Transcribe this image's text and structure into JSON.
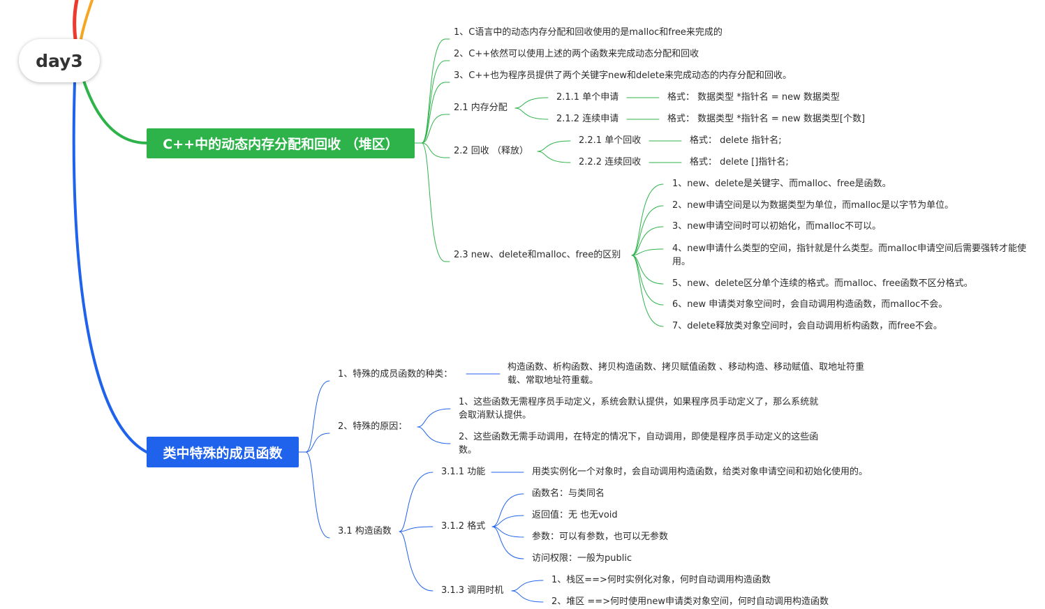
{
  "colors": {
    "green": "#2db34a",
    "blue": "#1f62ec",
    "red": "#ee3a2c",
    "orange": "#f5a623"
  },
  "root": "day3",
  "topic1": {
    "title": "C++中的动态内存分配和回收 （堆区）",
    "points": [
      "1、C语言中的动态内存分配和回收使用的是malloc和free来完成的",
      "2、C++依然可以使用上述的两个函数来完成动态分配和回收",
      "3、C++也为程序员提供了两个关键字new和delete来完成动态的内存分配和回收。"
    ],
    "alloc": {
      "label": "2.1 内存分配",
      "single": {
        "label": "2.1.1 单个申请",
        "format": "格式： 数据类型 *指针名 = new 数据类型"
      },
      "multi": {
        "label": "2.1.2 连续申请",
        "format": "格式： 数据类型 *指针名 = new 数据类型[个数]"
      }
    },
    "free": {
      "label": "2.2 回收 （释放）",
      "single": {
        "label": "2.2.1 单个回收",
        "format": "格式： delete 指针名;"
      },
      "multi": {
        "label": "2.2.2 连续回收",
        "format": "格式： delete []指针名;"
      }
    },
    "diff": {
      "label": "2.3 new、delete和malloc、free的区别",
      "items": [
        "1、new、delete是关键字、而malloc、free是函数。",
        "2、new申请空间是以为数据类型为单位，而malloc是以字节为单位。",
        "3、new申请空间时可以初始化，而malloc不可以。",
        "4、new申请什么类型的空间，指针就是什么类型。而malloc申请空间后需要强转才能使用。",
        "5、new、delete区分单个连续的格式。而malloc、free函数不区分格式。",
        "6、new 申请类对象空间时，会自动调用构造函数，而malloc不会。",
        "7、delete释放类对象空间时，会自动调用析构函数，而free不会。"
      ]
    }
  },
  "topic2": {
    "title": "类中特殊的成员函数",
    "kinds": {
      "label": "1、特殊的成员函数的种类：",
      "value": "构造函数、析构函数、拷贝构造函数、拷贝赋值函数 、移动构造、移动赋值、取地址符重载、常取地址符重载。"
    },
    "reason": {
      "label": "2、特殊的原因：",
      "items": [
        "1、这些函数无需程序员手动定义，系统会默认提供，如果程序员手动定义了，那么系统就会取消默认提供。",
        "2、这些函数无需手动调用，在特定的情况下，自动调用，即使是程序员手动定义的这些函数。"
      ]
    },
    "ctor": {
      "label": "3.1 构造函数",
      "func": {
        "label": "3.1.1 功能",
        "value": "用类实例化一个对象时，会自动调用构造函数，给类对象申请空间和初始化使用的。"
      },
      "fmt": {
        "label": "3.1.2 格式",
        "items": [
          "函数名：与类同名",
          "返回值：无 也无void",
          "参数：可以有参数，也可以无参数",
          "访问权限：一般为public"
        ]
      },
      "timing": {
        "label": "3.1.3 调用时机",
        "items": [
          "1、栈区==>何时实例化对象，何时自动调用构造函数",
          "2、堆区 ==>何时使用new申请类对象空间，何时自动调用构造函数"
        ]
      }
    }
  }
}
